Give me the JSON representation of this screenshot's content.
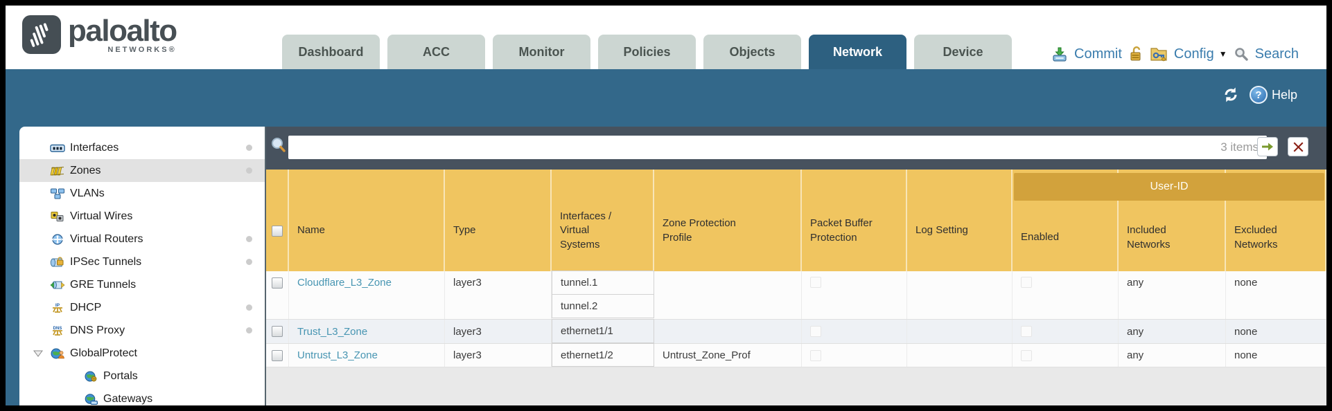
{
  "brand": {
    "word": "paloalto",
    "sub": "NETWORKS®"
  },
  "tabs": [
    {
      "label": "Dashboard",
      "active": false
    },
    {
      "label": "ACC",
      "active": false
    },
    {
      "label": "Monitor",
      "active": false
    },
    {
      "label": "Policies",
      "active": false
    },
    {
      "label": "Objects",
      "active": false
    },
    {
      "label": "Network",
      "active": true
    },
    {
      "label": "Device",
      "active": false
    }
  ],
  "utility": {
    "commit_label": "Commit",
    "config_label": "Config",
    "caret": "▼",
    "search_label": "Search"
  },
  "band": {
    "help_label": "Help",
    "help_icon_glyph": "?"
  },
  "sidebar": {
    "items": [
      {
        "label": "Interfaces",
        "icon": "interfaces-icon",
        "notification_dot": true,
        "selected": false
      },
      {
        "label": "Zones",
        "icon": "zones-icon",
        "notification_dot": true,
        "selected": true
      },
      {
        "label": "VLANs",
        "icon": "vlans-icon",
        "notification_dot": false,
        "selected": false
      },
      {
        "label": "Virtual Wires",
        "icon": "virtual-wires-icon",
        "notification_dot": false,
        "selected": false
      },
      {
        "label": "Virtual Routers",
        "icon": "virtual-routers-icon",
        "notification_dot": true,
        "selected": false
      },
      {
        "label": "IPSec Tunnels",
        "icon": "ipsec-tunnels-icon",
        "notification_dot": true,
        "selected": false
      },
      {
        "label": "GRE Tunnels",
        "icon": "gre-tunnels-icon",
        "notification_dot": false,
        "selected": false
      },
      {
        "label": "DHCP",
        "icon": "dhcp-icon",
        "notification_dot": true,
        "selected": false
      },
      {
        "label": "DNS Proxy",
        "icon": "dns-proxy-icon",
        "notification_dot": true,
        "selected": false
      },
      {
        "label": "GlobalProtect",
        "icon": "globalprotect-icon",
        "notification_dot": false,
        "selected": false,
        "expanded": true
      },
      {
        "label": "Portals",
        "icon": "portals-icon",
        "notification_dot": false,
        "selected": false,
        "indent": 1
      },
      {
        "label": "Gateways",
        "icon": "gateways-icon",
        "notification_dot": false,
        "selected": false,
        "indent": 1
      }
    ]
  },
  "filter_bar": {
    "value": "",
    "items_count": "3 items"
  },
  "table": {
    "group_header": "User-ID",
    "columns": [
      "Name",
      "Type",
      "Interfaces / Virtual Systems",
      "Zone Protection Profile",
      "Packet Buffer Protection",
      "Log Setting",
      "Enabled",
      "Included Networks",
      "Excluded Networks"
    ],
    "rows": [
      {
        "name": "Cloudflare_L3_Zone",
        "type": "layer3",
        "interfaces": [
          "tunnel.1",
          "tunnel.2"
        ],
        "zone_protection_profile": "",
        "packet_buffer_protection": false,
        "log_setting": "",
        "user_id_enabled": false,
        "included_networks": "any",
        "excluded_networks": "none"
      },
      {
        "name": "Trust_L3_Zone",
        "type": "layer3",
        "interfaces": [
          "ethernet1/1"
        ],
        "zone_protection_profile": "",
        "packet_buffer_protection": false,
        "log_setting": "",
        "user_id_enabled": false,
        "included_networks": "any",
        "excluded_networks": "none"
      },
      {
        "name": "Untrust_L3_Zone",
        "type": "layer3",
        "interfaces": [
          "ethernet1/2"
        ],
        "zone_protection_profile": "Untrust_Zone_Prof",
        "packet_buffer_protection": false,
        "log_setting": "",
        "user_id_enabled": false,
        "included_networks": "any",
        "excluded_networks": "none"
      }
    ]
  },
  "colors": {
    "teal_band": "#33688a",
    "active_tab": "#2d6080",
    "inactive_tab": "#ccd6d2",
    "slate_filter_bar": "#47525e",
    "table_header": "#f0c560",
    "user_id_band": "#d2a23c",
    "link": "#4795b2",
    "alt_row": "#eef1f5"
  }
}
